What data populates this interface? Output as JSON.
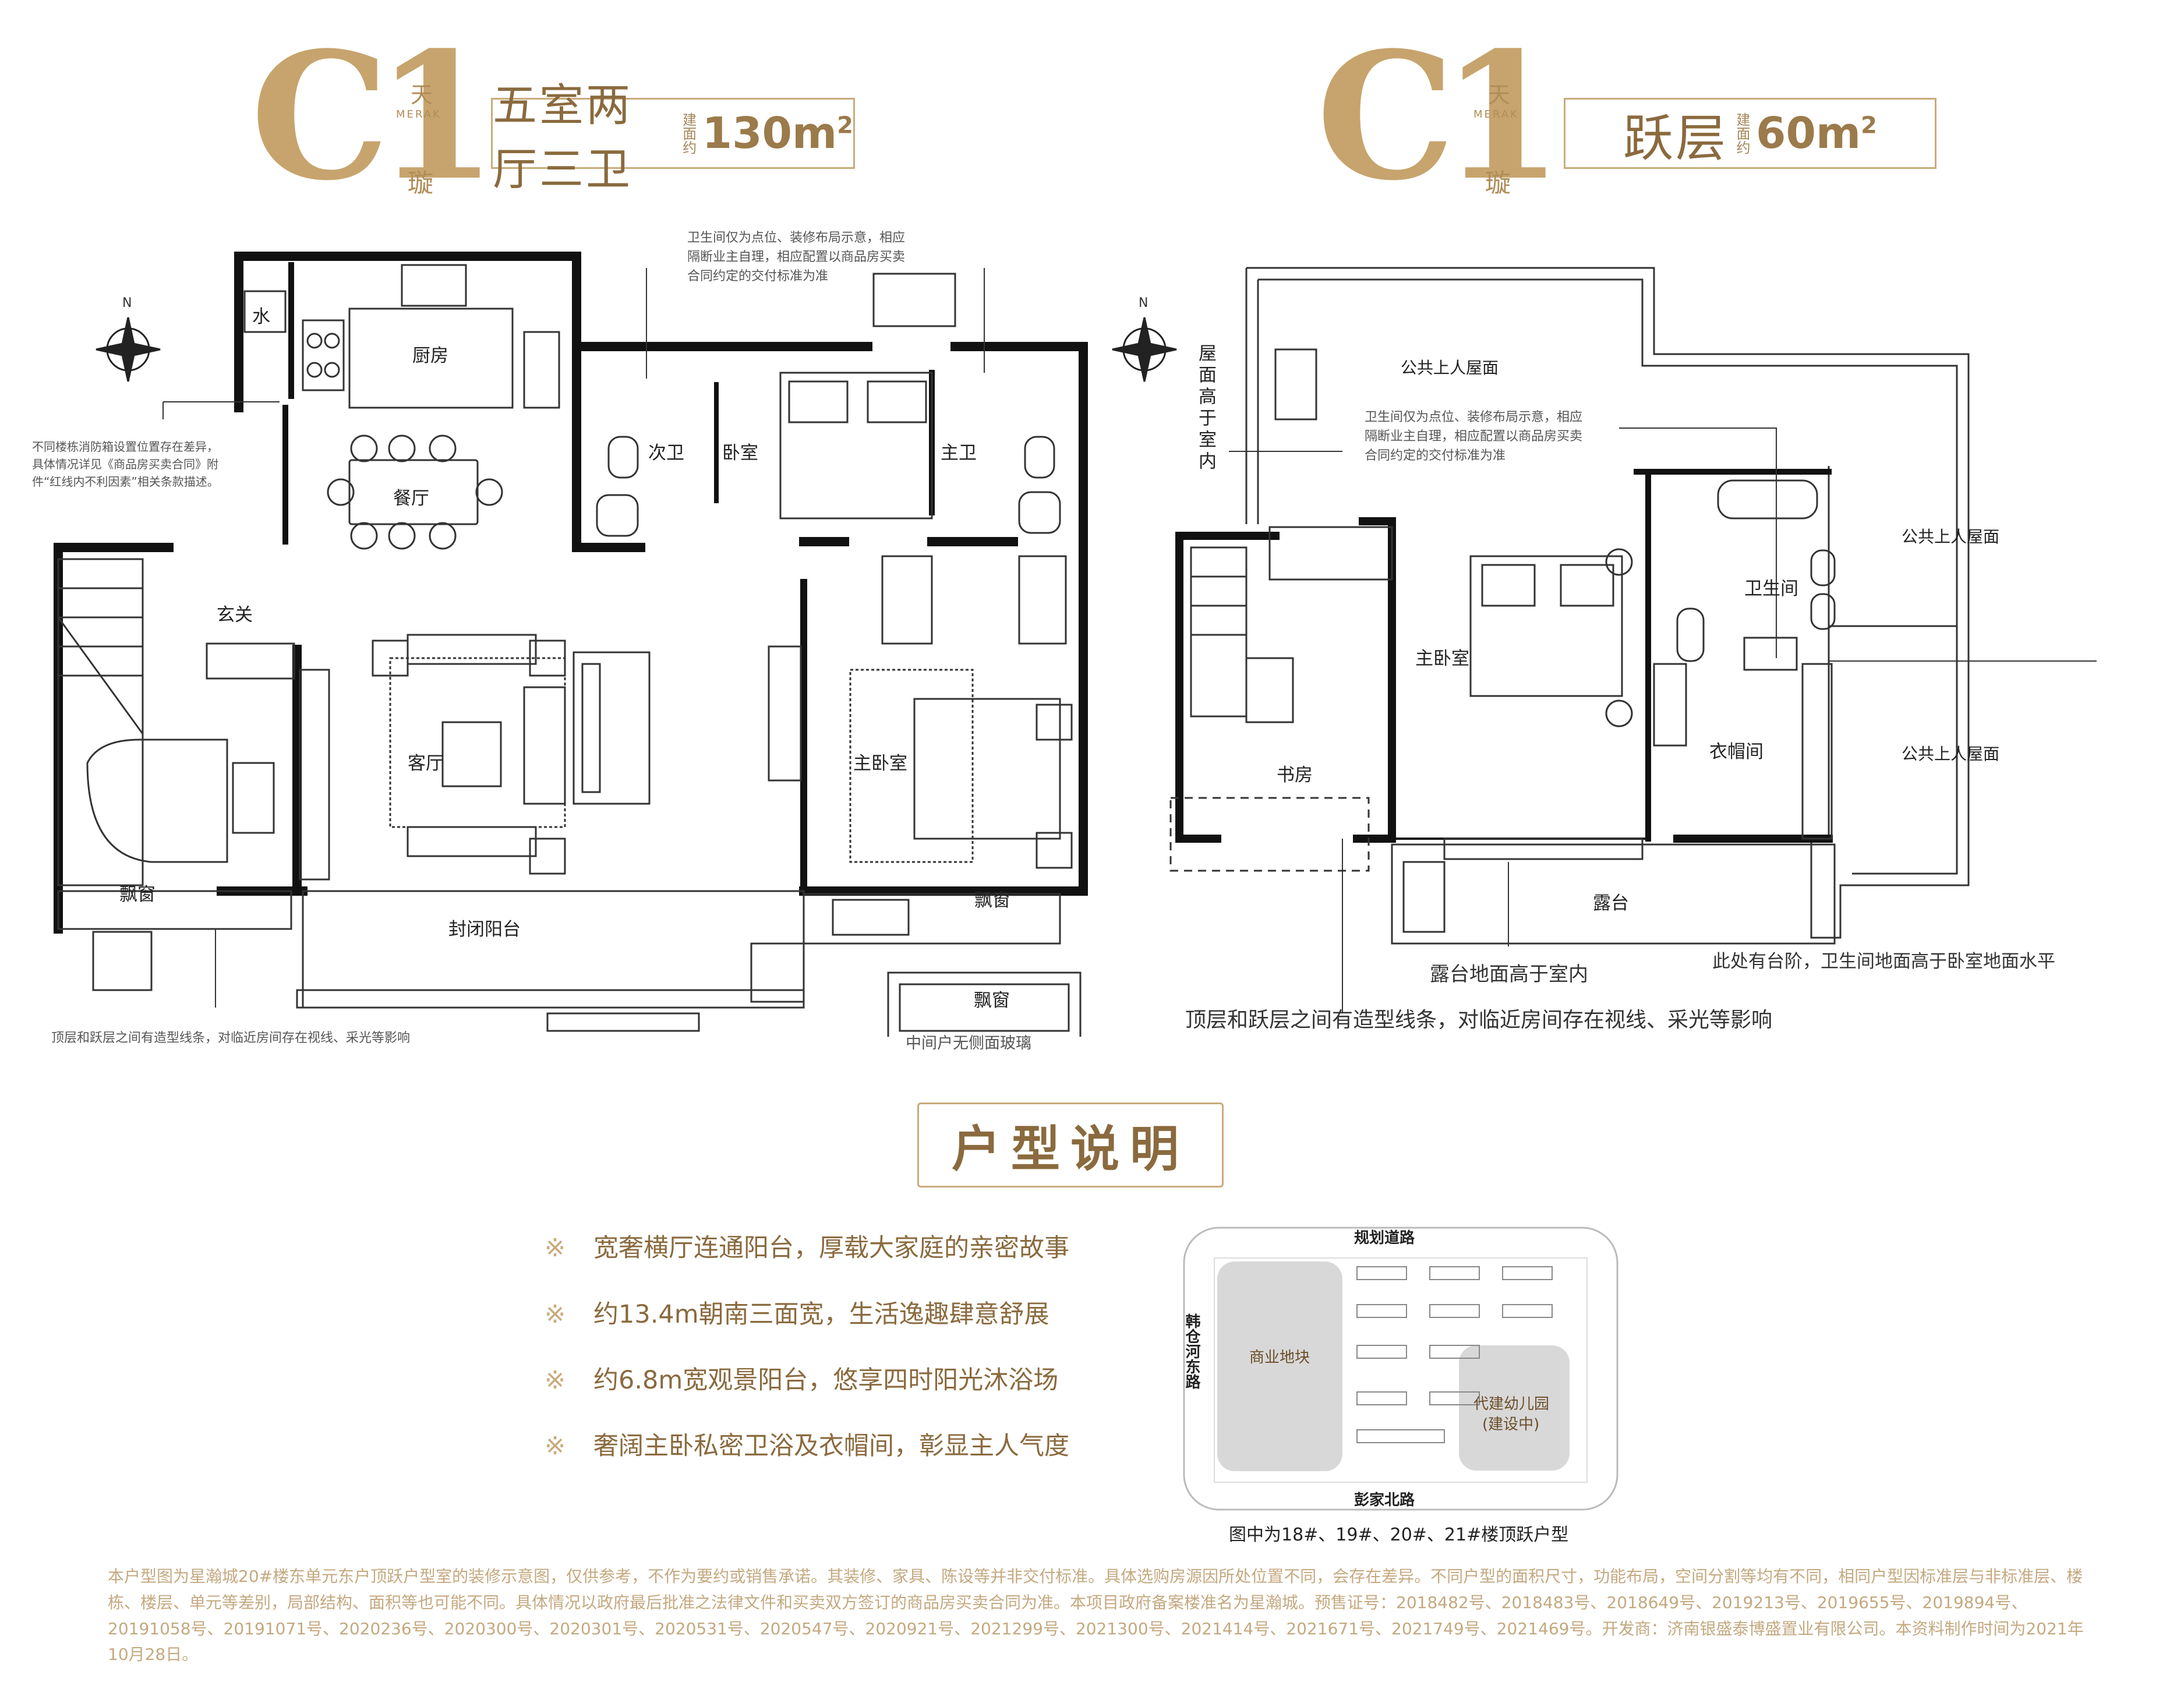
{
  "left_plan": {
    "logo": {
      "mark": "C1",
      "tian": "天",
      "merak": "MERAK",
      "xuan": "璇"
    },
    "title": "五室两厅三卫",
    "area_label": "建面约",
    "area_value": "130m",
    "area_sup": "2",
    "rooms": {
      "water": "水",
      "kitchen": "厨房",
      "second_bath": "次卫",
      "bedroom": "卧室",
      "master_bath": "主卫",
      "dining": "餐厅",
      "entrance": "玄关",
      "living": "客厅",
      "master_bedroom": "主卧室",
      "bay_window_left": "飘窗",
      "enclosed_balcony": "封闭阳台",
      "bay_window_right": "飘窗",
      "inset_bay": "飘窗"
    },
    "notes": {
      "bathroom": "卫生间仅为点位、装修布局示意，相应\n隔断业主自理，相应配置以商品房买卖\n合同约定的交付标准为准",
      "fire_box": "不同楼栋消防箱设置位置存在差异，\n具体情况详见《商品房买卖合同》附\n件“红线内不利因素”相关条款描述。",
      "bottom": "顶层和跃层之间有造型线条，对临近房间存在视线、采光等影响",
      "inset": "中间户无侧面玻璃"
    }
  },
  "right_plan": {
    "logo": {
      "mark": "C1",
      "tian": "天",
      "merak": "MERAK",
      "xuan": "璇"
    },
    "title": "跃层",
    "area_label": "建面约",
    "area_value": "60m",
    "area_sup": "2",
    "rooms": {
      "public_roof_top": "公共上人屋面",
      "public_roof_right1": "公共上人屋面",
      "public_roof_right2": "公共上人屋面",
      "roof_higher": "屋面高于室内",
      "bathroom": "卫生间",
      "master_bedroom": "主卧室",
      "study": "书房",
      "cloakroom": "衣帽间",
      "terrace": "露台"
    },
    "notes": {
      "bathroom": "卫生间仅为点位、装修布局示意，相应\n隔断业主自理，相应配置以商品房买卖\n合同约定的交付标准为准",
      "terrace_higher": "露台地面高于室内",
      "step": "此处有台阶，卫生间地面高于卧室地面水平",
      "bottom": "顶层和跃层之间有造型线条，对临近房间存在视线、采光等影响"
    }
  },
  "section_title": "户型说明",
  "features": [
    {
      "mark": "※",
      "text": "宽奢横厅连通阳台，厚载大家庭的亲密故事"
    },
    {
      "mark": "※",
      "text": "约13.4m朝南三面宽，生活逸趣肆意舒展"
    },
    {
      "mark": "※",
      "text": "约6.8m宽观景阳台，悠享四时阳光沐浴场"
    },
    {
      "mark": "※",
      "text": "奢阔主卧私密卫浴及衣帽间，彰显主人气度"
    }
  ],
  "site_map": {
    "road_top": "规划道路",
    "road_left": "韩仓河东路",
    "road_bottom": "彭家北路",
    "commercial": "商业地块",
    "kindergarten": "代建幼儿园",
    "kindergarten_status": "(建设中)",
    "caption": "图中为18#、19#、20#、21#楼顶跃户型"
  },
  "compass": "N",
  "disclaimer": "本户型图为星瀚城20#楼东单元东户顶跃户型室的装修示意图，仅供参考，不作为要约或销售承诺。其装修、家具、陈设等并非交付标准。具体选购房源因所处位置不同，会存在差异。不同户型的面积尺寸，功能布局，空间分割等均有不同，相同户型因标准层与非标准层、楼栋、楼层、单元等差别，局部结构、面积等也可能不同。具体情况以政府最后批准之法律文件和买卖双方签订的商品房买卖合同为准。本项目政府备案楼准名为星瀚城。预售证号：2018482号、2018483号、2018649号、2019213号、2019655号、2019894号、20191058号、20191071号、2020236号、2020300号、2020301号、2020531号、2020547号、2020921号、2021299号、2021300号、2021414号、2021671号、2021749号、2021469号。开发商：济南银盛泰博盛置业有限公司。本资料制作时间为2021年10月28日。",
  "colors": {
    "gold": "#b08d57",
    "gold_light": "#c9ab7c",
    "wall": "#111111"
  }
}
